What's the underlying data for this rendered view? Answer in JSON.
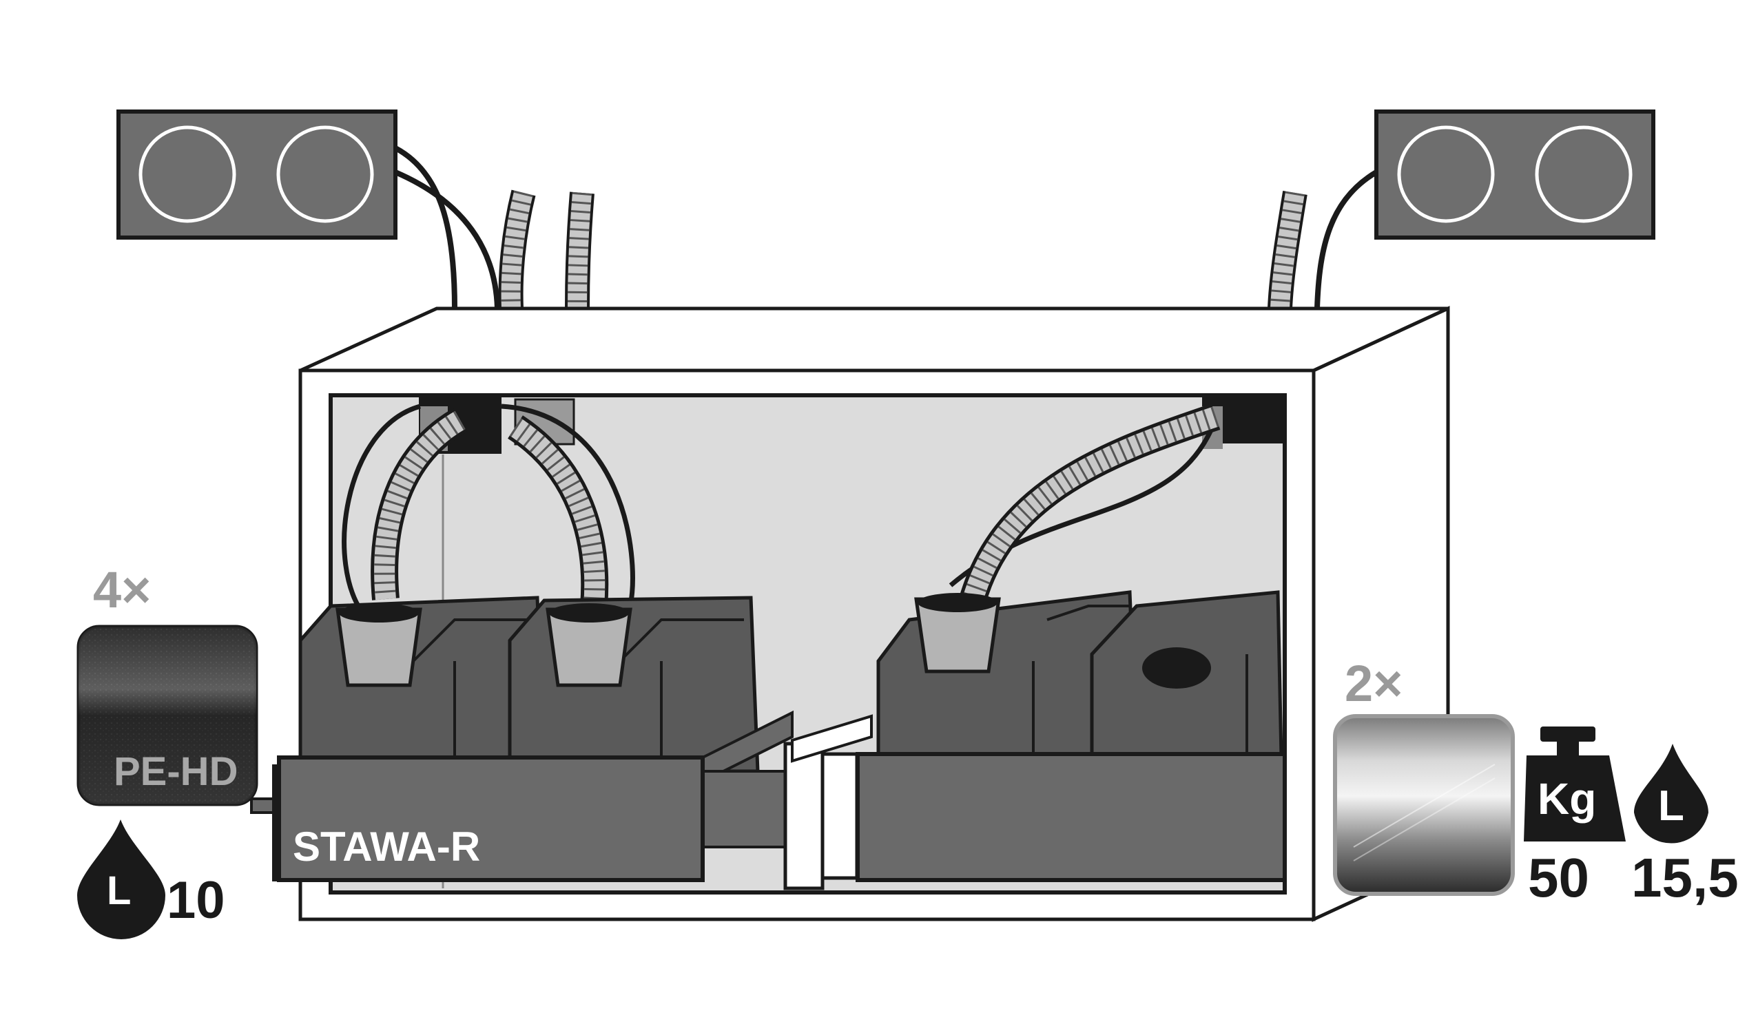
{
  "pe_hd": {
    "count_label": "4×",
    "material_label": "PE-HD",
    "volume_icon_letter": "L",
    "volume_value": "10",
    "icon": "liquid-drop-icon"
  },
  "steel": {
    "count_label": "2×",
    "weight_icon_letter": "Kg",
    "weight_value": "50",
    "volume_icon_letter": "L",
    "volume_value": "15,5",
    "weight_icon": "weight-icon",
    "drop_icon": "liquid-drop-icon"
  },
  "tray_label": "STAWA-R",
  "colors": {
    "outline": "#1a1a1a",
    "cabinet_fill": "#ffffff",
    "interior_fill": "#dcdcdc",
    "canister_fill": "#5a5a5a",
    "tray_fill": "#6a6a6a",
    "funnel_fill": "#b4b4b4",
    "switch_box_fill": "#6e6e6e",
    "label_grey": "#9a9a9a"
  }
}
